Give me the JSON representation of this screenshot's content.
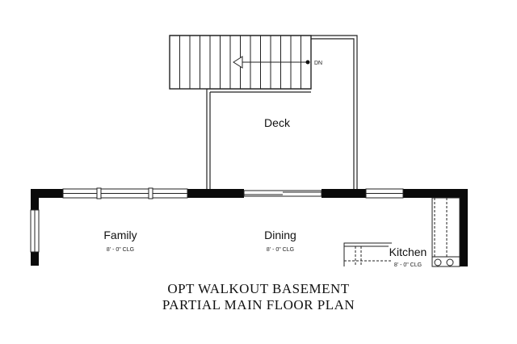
{
  "rooms": {
    "deck": {
      "name": "Deck"
    },
    "family": {
      "name": "Family",
      "ceiling": "8' - 0\" CLG"
    },
    "dining": {
      "name": "Dining",
      "ceiling": "8' - 0\" CLG"
    },
    "kitchen": {
      "name": "Kitchen",
      "ceiling": "8' - 0\" CLG"
    }
  },
  "stairs": {
    "label": "DN"
  },
  "caption": {
    "line1": "OPT WALKOUT BASEMENT",
    "line2": "PARTIAL MAIN FLOOR PLAN"
  }
}
